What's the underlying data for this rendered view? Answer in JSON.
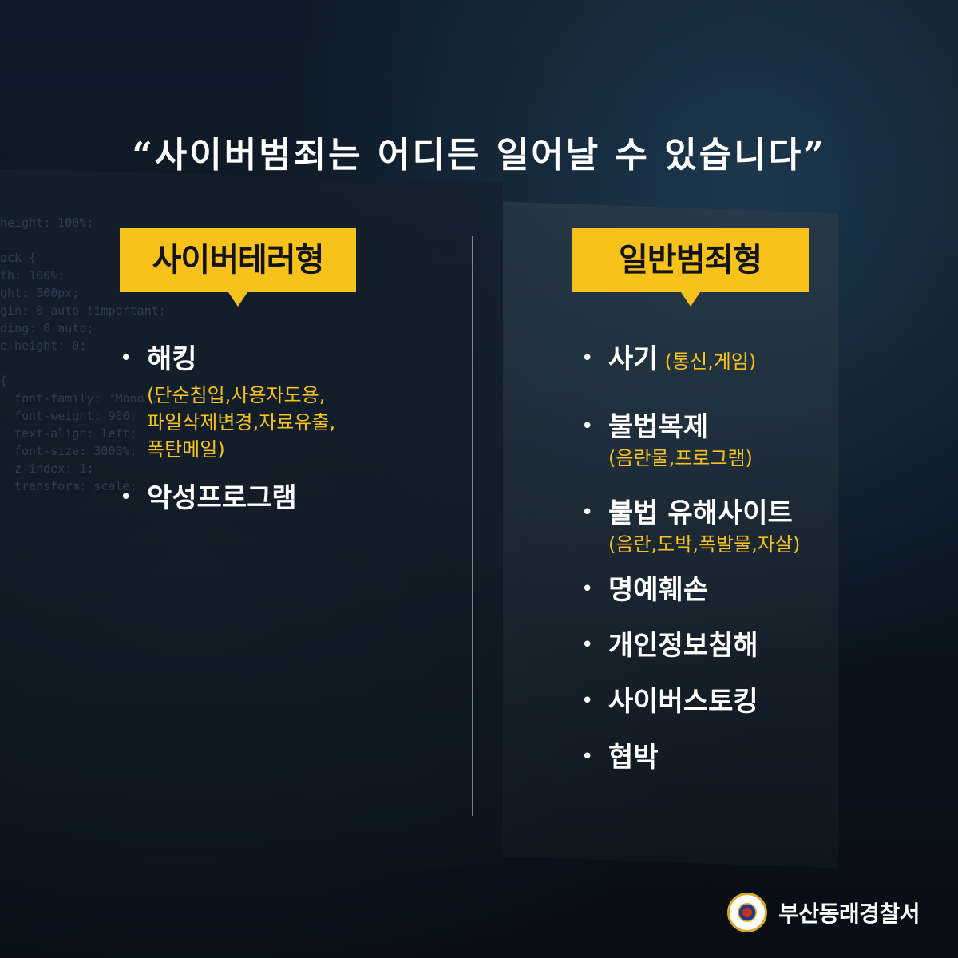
{
  "headline": "“사이버범죄는 어디든 일어날 수 있습니다”",
  "left": {
    "tag": "사이버테러형",
    "items": [
      {
        "label": "해킹",
        "sub": [
          "(단순침입,사용자도용,",
          "파일삭제변경,자료유출,",
          "폭탄메일)"
        ]
      },
      {
        "label": "악성프로그램"
      }
    ]
  },
  "right": {
    "tag": "일반범죄형",
    "items": [
      {
        "label": "사기",
        "inline_sub": "(통신,게임)"
      },
      {
        "label": "불법복제",
        "sub": [
          "(음란물,프로그램)"
        ]
      },
      {
        "label": "불법 유해사이트",
        "sub": [
          "(음란,도박,폭발물,자살)"
        ]
      },
      {
        "label": "명예훼손"
      },
      {
        "label": "개인정보침해"
      },
      {
        "label": "사이버스토킹"
      },
      {
        "label": "협박"
      }
    ]
  },
  "bullet_char": "•",
  "footer": {
    "org": "부산동래경찰서"
  },
  "colors": {
    "accent": "#f6c21b",
    "background": "#0d1824"
  }
}
